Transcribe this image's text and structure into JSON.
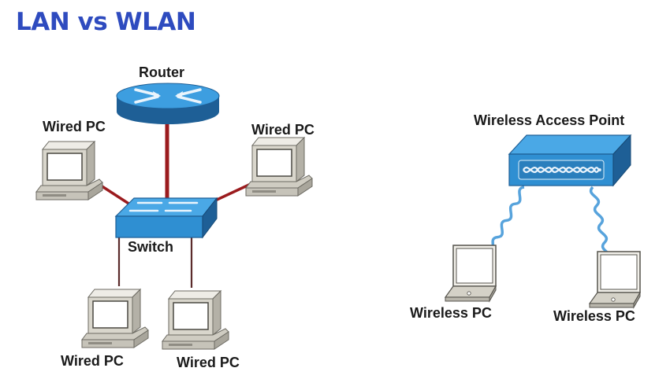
{
  "page": {
    "title": "LAN vs WLAN"
  },
  "colors": {
    "title": "#2e4bbf",
    "wired_link": "#9b1b1e",
    "device_blue": "#2f8fd2",
    "device_blue_dark": "#1e5f96",
    "pc_beige": "#d6d3c8",
    "wireless_signal": "#57a3dc"
  },
  "lan": {
    "router_label": "Router",
    "switch_label": "Switch",
    "pcs": [
      {
        "label": "Wired PC"
      },
      {
        "label": "Wired PC"
      },
      {
        "label": "Wired PC"
      },
      {
        "label": "Wired PC"
      }
    ]
  },
  "wlan": {
    "access_point_label": "Wireless Access Point",
    "laptops": [
      {
        "label": "Wireless PC"
      },
      {
        "label": "Wireless PC"
      }
    ]
  }
}
